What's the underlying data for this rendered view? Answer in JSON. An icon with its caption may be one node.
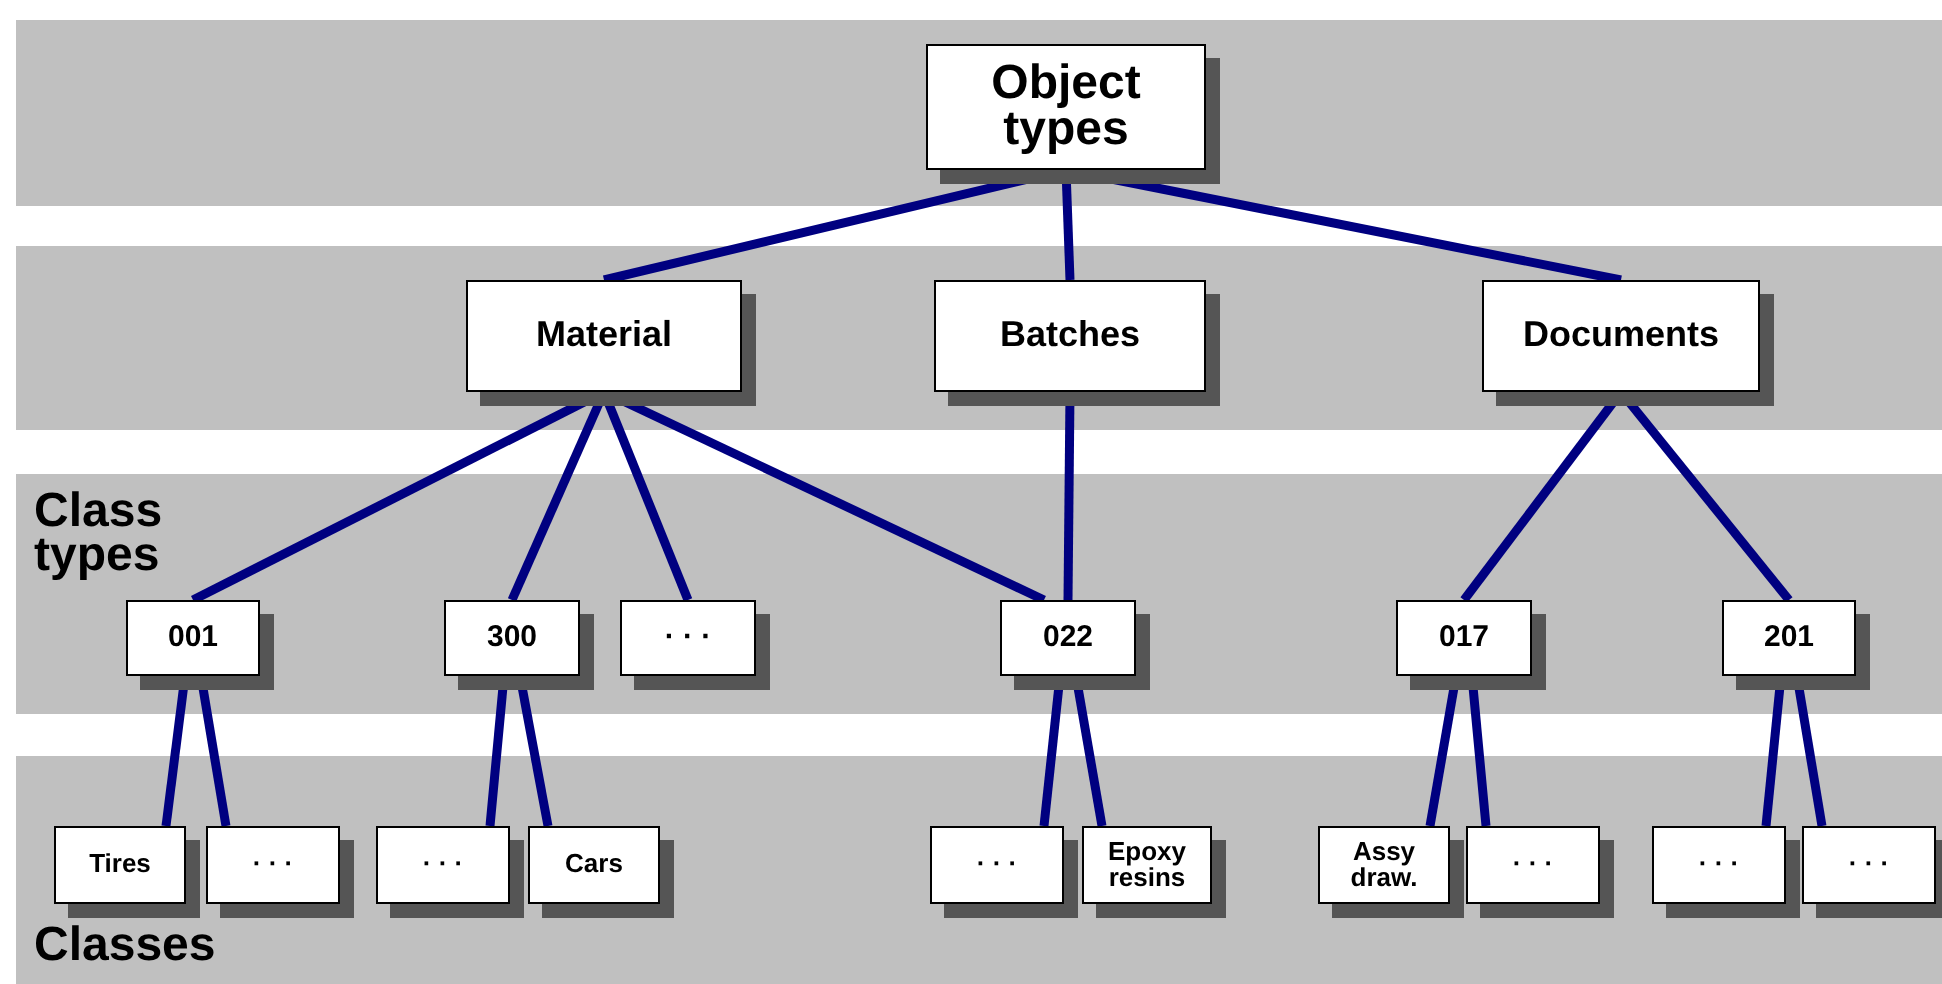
{
  "diagram": {
    "nodes": [
      {
        "text": [
          "Object types"
        ]
      },
      {
        "text": [
          "Material"
        ]
      },
      {
        "text": [
          "Batches"
        ]
      },
      {
        "text": [
          "Documents"
        ]
      },
      {
        "text": [
          "001"
        ]
      },
      {
        "text": [
          "300"
        ]
      },
      {
        "text": [
          "· · ·"
        ]
      },
      {
        "text": [
          "022"
        ]
      },
      {
        "text": [
          "017"
        ]
      },
      {
        "text": [
          "201"
        ]
      },
      {
        "text": [
          "Tires"
        ]
      },
      {
        "text": [
          "· · ·"
        ]
      },
      {
        "text": [
          "· · ·"
        ]
      },
      {
        "text": [
          "Cars"
        ]
      },
      {
        "text": [
          "· · ·"
        ]
      },
      {
        "text": [
          "Epoxy resins"
        ]
      },
      {
        "text": [
          "Assy draw."
        ]
      },
      {
        "text": [
          "· · ·"
        ]
      },
      {
        "text": [
          "· · ·"
        ]
      },
      {
        "text": [
          "· · ·"
        ]
      }
    ],
    "edges": [
      {
        "from": 0,
        "to": 1,
        "arrow": "none"
      },
      {
        "from": 0,
        "to": 2,
        "arrow": "none"
      },
      {
        "from": 0,
        "to": 3,
        "arrow": "none"
      },
      {
        "from": 1,
        "to": 4,
        "arrow": "none"
      },
      {
        "from": 1,
        "to": 5,
        "arrow": "none"
      },
      {
        "from": 1,
        "to": 6,
        "arrow": "none"
      },
      {
        "from": 1,
        "to": 7,
        "arrow": "none"
      },
      {
        "from": 2,
        "to": 7,
        "arrow": "none"
      },
      {
        "from": 3,
        "to": 8,
        "arrow": "none"
      },
      {
        "from": 3,
        "to": 9,
        "arrow": "none"
      },
      {
        "from": 4,
        "to": 10,
        "arrow": "none"
      },
      {
        "from": 4,
        "to": 11,
        "arrow": "none"
      },
      {
        "from": 5,
        "to": 12,
        "arrow": "none"
      },
      {
        "from": 5,
        "to": 13,
        "arrow": "none"
      },
      {
        "from": 7,
        "to": 14,
        "arrow": "none"
      },
      {
        "from": 7,
        "to": 15,
        "arrow": "none"
      },
      {
        "from": 8,
        "to": 16,
        "arrow": "none"
      },
      {
        "from": 8,
        "to": 17,
        "arrow": "none"
      },
      {
        "from": 9,
        "to": 18,
        "arrow": "none"
      },
      {
        "from": 9,
        "to": 19,
        "arrow": "none"
      }
    ],
    "labels": [
      "Class types",
      "Classes"
    ]
  }
}
